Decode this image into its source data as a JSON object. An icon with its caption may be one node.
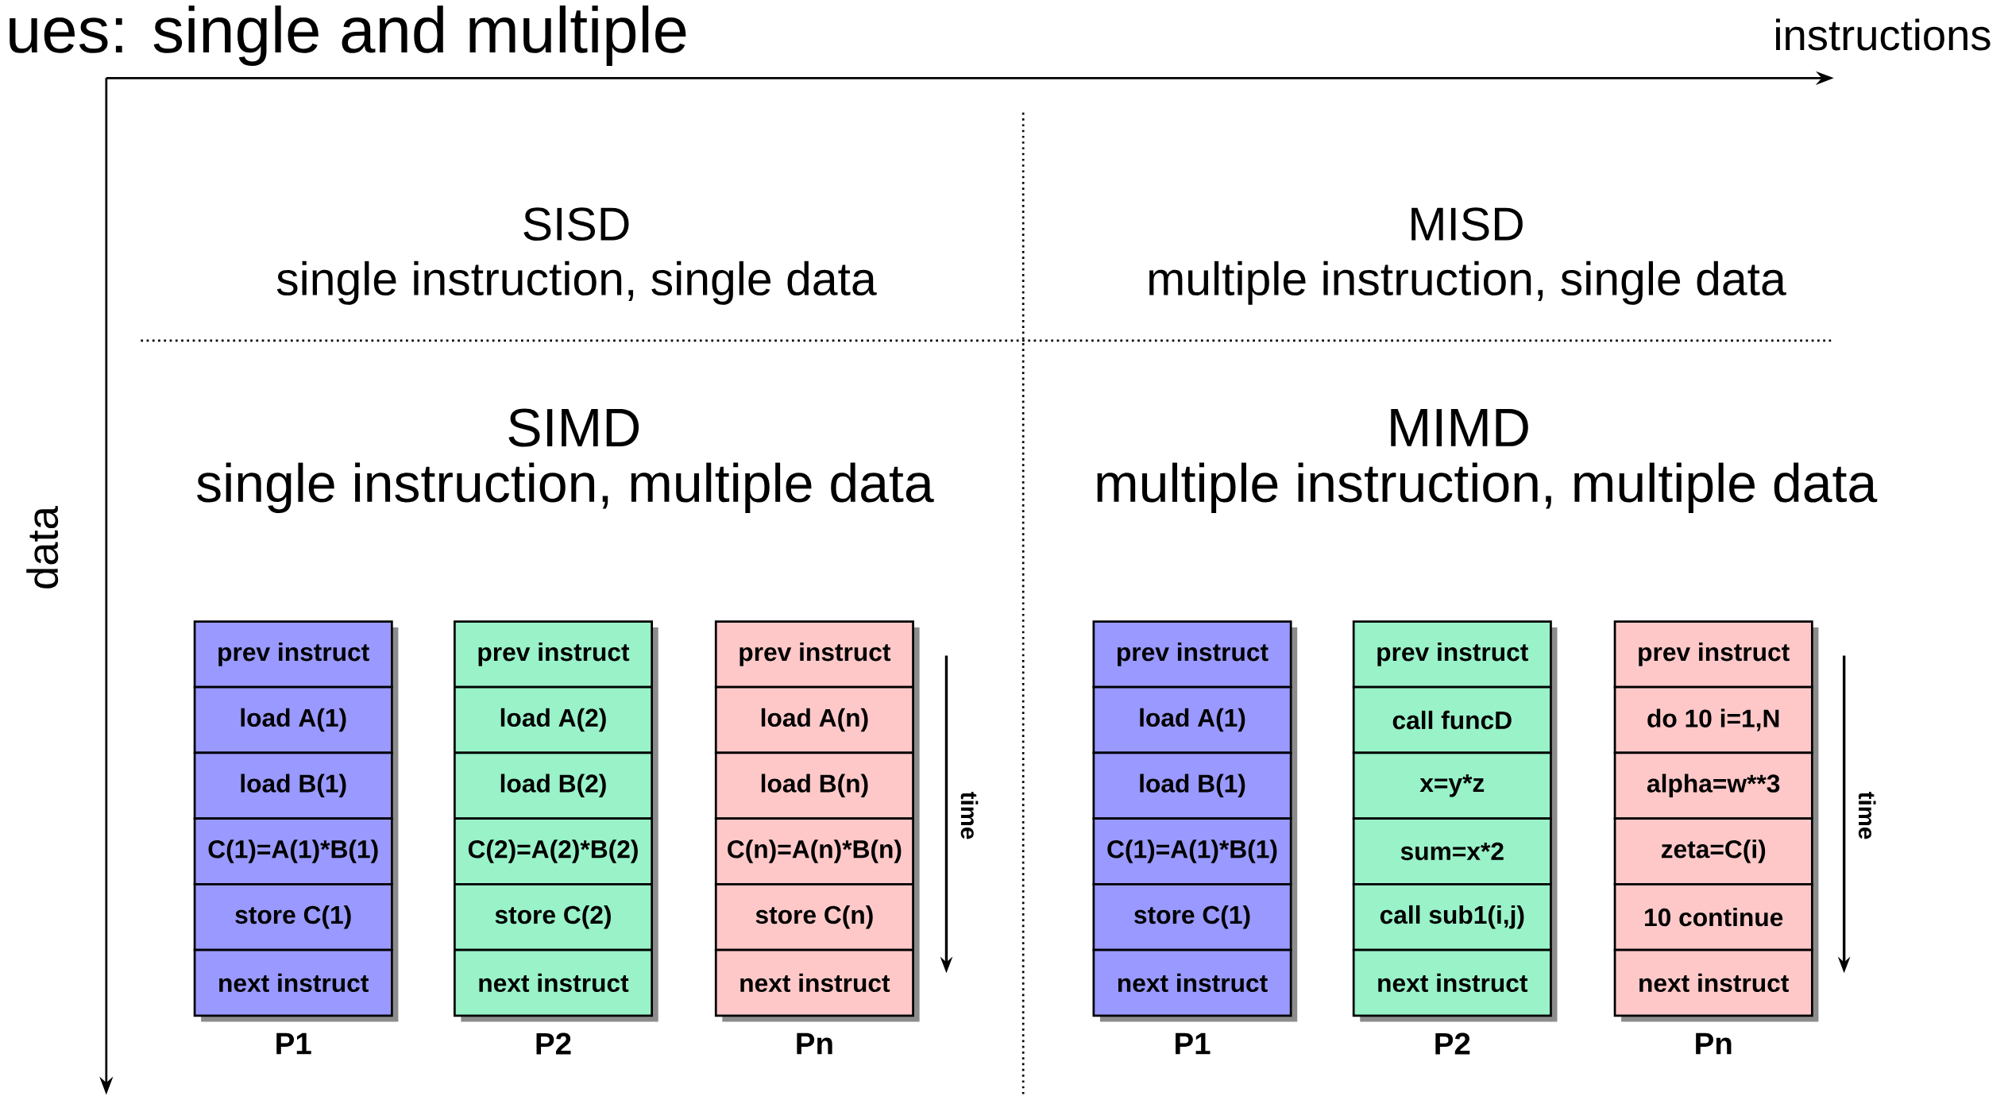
{
  "diagram": {
    "title": "ues: single and multiple",
    "nodes": [
      {
        "text": [
          "prev instruct"
        ]
      },
      {
        "text": [
          "load A(1)"
        ]
      },
      {
        "text": [
          "load B(1)"
        ]
      },
      {
        "text": [
          "C(1)=A(1)*B(1)"
        ]
      },
      {
        "text": [
          "store C(1)"
        ]
      },
      {
        "text": [
          "next instruct"
        ]
      },
      {
        "text": [
          "prev instruct"
        ]
      },
      {
        "text": [
          "load A(2)"
        ]
      },
      {
        "text": [
          "load B(2)"
        ]
      },
      {
        "text": [
          "C(2)=A(2)*B(2)"
        ]
      },
      {
        "text": [
          "store C(2)"
        ]
      },
      {
        "text": [
          "next instruct"
        ]
      },
      {
        "text": [
          "prev instruct"
        ]
      },
      {
        "text": [
          "load A(n)"
        ]
      },
      {
        "text": [
          "load B(n)"
        ]
      },
      {
        "text": [
          "C(n)=A(n)*B(n)"
        ]
      },
      {
        "text": [
          "store C(n)"
        ]
      },
      {
        "text": [
          "next instruct"
        ]
      },
      {
        "text": [
          "prev instruct"
        ]
      },
      {
        "text": [
          "load A(1)"
        ]
      },
      {
        "text": [
          "load B(1)"
        ]
      },
      {
        "text": [
          "C(1)=A(1)*B(1)"
        ]
      },
      {
        "text": [
          "store C(1)"
        ]
      },
      {
        "text": [
          "next instruct"
        ]
      },
      {
        "text": [
          "prev instruct"
        ]
      },
      {
        "text": [
          "call funcD"
        ]
      },
      {
        "text": [
          "x=y*z"
        ]
      },
      {
        "text": [
          "sum=x*2"
        ]
      },
      {
        "text": [
          "call sub1(i,j)"
        ]
      },
      {
        "text": [
          "next instruct"
        ]
      },
      {
        "text": [
          "prev instruct"
        ]
      },
      {
        "text": [
          "do 10 i=1,N"
        ]
      },
      {
        "text": [
          "alpha=w**3"
        ]
      },
      {
        "text": [
          "zeta=C(i)"
        ]
      },
      {
        "text": [
          "10 continue"
        ]
      },
      {
        "text": [
          "next instruct"
        ]
      }
    ],
    "labels": [
      "instructions",
      "data",
      "SISD",
      "single instruction, single data",
      "MISD",
      "multiple instruction, single data",
      "SIMD",
      "single instruction, multiple data",
      "MIMD",
      "multiple instruction, multiple data",
      "P1",
      "P2",
      "Pn",
      "time",
      "P1",
      "P2",
      "Pn",
      "time"
    ]
  }
}
